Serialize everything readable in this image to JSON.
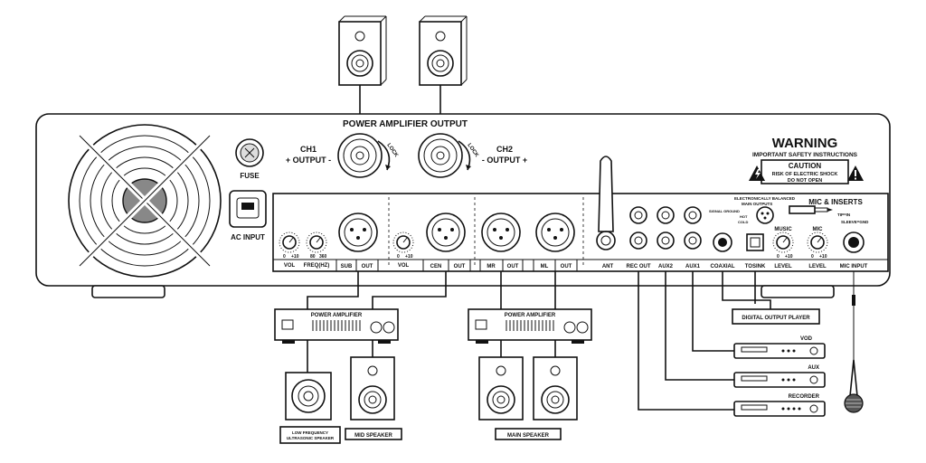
{
  "panel": {
    "title": "POWER AMPLIFIER OUTPUT",
    "ch1": "CH1",
    "ch1_output": "+ OUTPUT -",
    "ch2": "CH2",
    "ch2_output": "- OUTPUT +",
    "lock": "LOCK",
    "fuse": "FUSE",
    "ac_input": "AC INPUT"
  },
  "warning": {
    "title": "WARNING",
    "subtitle": "IMPORTANT SAFETY INSTRUCTIONS",
    "caution": "CAUTION",
    "line1": "RISK OF ELECTRIC SHOCK",
    "line2": "DO NOT OPEN"
  },
  "mic": {
    "title": "MIC & INSERTS",
    "balanced": "ELECTRONICALLY BALANCED",
    "main_outputs": "MAIN OUTPUTS",
    "signal_ground": "SIGNAL GROUND",
    "hot": "HOT",
    "cold": "COLD",
    "tip": "TIP=IN",
    "sleeve": "SLEEVE=GND"
  },
  "knobs": {
    "vol": "VOL",
    "freq": "FREQ(HZ)",
    "range_min": "0",
    "range_max": "+10",
    "freq_min": "80",
    "freq_max": "360",
    "music": "MUSIC",
    "mic": "MIC"
  },
  "jack_labels": [
    "SUB",
    "OUT",
    "CEN",
    "OUT",
    "MR",
    "OUT",
    "ML",
    "OUT",
    "ANT",
    "REC OUT",
    "AUX2",
    "AUX1",
    "COAXIAL",
    "TOSINK",
    "LEVEL",
    "LEVEL",
    "MIC INPUT"
  ],
  "devices": {
    "power_amplifier": "POWER AMPLIFIER",
    "digital_output_player": "DIGITAL OUTPUT PLAYER",
    "vod": "VOD",
    "aux": "AUX",
    "recorder": "RECORDER",
    "low_freq_line1": "LOW FREQUENCY",
    "low_freq_line2": "ULTRASONIC SPEAKER",
    "mid_speaker": "MID SPEAKER",
    "main_speaker": "MAIN SPEAKER"
  }
}
